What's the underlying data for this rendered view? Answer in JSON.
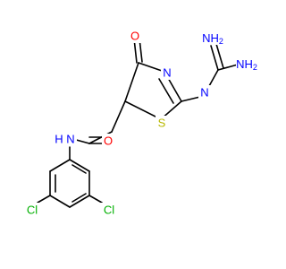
{
  "molecule": {
    "atoms": {
      "o_carbonyl_ring": {
        "label": "O",
        "color": "#ff0000"
      },
      "n_ring": {
        "label": "N",
        "color": "#0000ff"
      },
      "s_ring": {
        "label": "S",
        "color": "#b8b800"
      },
      "n_imine": {
        "label": "N",
        "color": "#0000ff"
      },
      "nh2_top": {
        "label": "NH",
        "sub": "2",
        "color": "#0000ff"
      },
      "nh2_right": {
        "label": "NH",
        "sub": "2",
        "color": "#0000ff"
      },
      "o_amide": {
        "label": "O",
        "color": "#ff0000"
      },
      "nh_amide": {
        "label": "N",
        "h": "H",
        "color": "#0000ff"
      },
      "cl_left": {
        "label": "Cl",
        "color": "#00b000"
      },
      "cl_right": {
        "label": "Cl",
        "color": "#00b000"
      }
    },
    "bond_color": "#000000"
  }
}
